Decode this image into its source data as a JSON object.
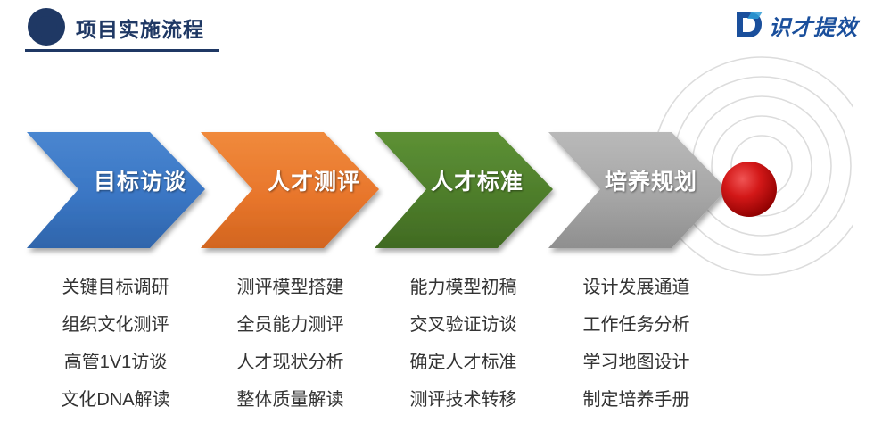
{
  "header": {
    "title": "项目实施流程",
    "logo_icon": "circle-swirl-logo-icon",
    "brand": {
      "mark_icon": "letter-d-logo-icon",
      "text": "识才提效"
    }
  },
  "flow": {
    "steps": [
      {
        "label": "目标访谈",
        "color": "#3a76c4",
        "items": [
          "关键目标调研",
          "组织文化测评",
          "高管1V1访谈",
          "文化DNA解读"
        ]
      },
      {
        "label": "人才测评",
        "color": "#e8762c",
        "items": [
          "测评模型搭建",
          "全员能力测评",
          "人才现状分析",
          "整体质量解读"
        ]
      },
      {
        "label": "人才标准",
        "color": "#4e7d2b",
        "items": [
          "能力模型初稿",
          "交叉验证访谈",
          "确定人才标准",
          "测评技术转移"
        ]
      },
      {
        "label": "培养规划",
        "color": "#a6a6a6",
        "items": [
          "设计发展通道",
          "工作任务分析",
          "学习地图设计",
          "制定培养手册"
        ]
      }
    ],
    "target_icon": "red-target-sphere-icon",
    "target_color": "#c00000",
    "ring_color": "#d8d8d8"
  }
}
